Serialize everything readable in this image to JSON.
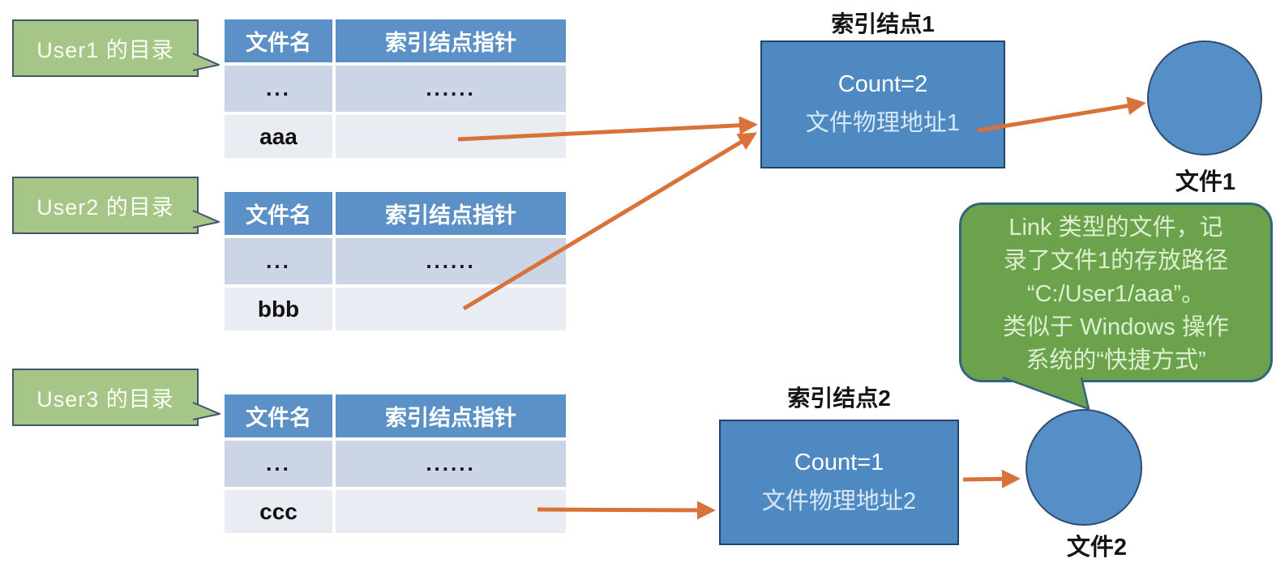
{
  "colors": {
    "bubble_green": "#a5c687",
    "bubble_border": "#44546a",
    "callout_green": "#6ca24c",
    "callout_border": "#31657f",
    "table_header_blue": "#5b91c6",
    "table_row_dark": "#ccd5e6",
    "table_row_light": "#e9edf3",
    "inode_box_blue": "#4f89c2",
    "file_circle_blue": "#568ec8",
    "arrow_orange": "#d9713a"
  },
  "directories": [
    {
      "bubble_label": "User1 的目录",
      "table": {
        "headers": [
          "文件名",
          "索引结点指针"
        ],
        "rows": [
          [
            "...",
            "......"
          ],
          [
            "aaa",
            ""
          ]
        ]
      }
    },
    {
      "bubble_label": "User2 的目录",
      "table": {
        "headers": [
          "文件名",
          "索引结点指针"
        ],
        "rows": [
          [
            "...",
            "......"
          ],
          [
            "bbb",
            ""
          ]
        ]
      }
    },
    {
      "bubble_label": "User3 的目录",
      "table": {
        "headers": [
          "文件名",
          "索引结点指针"
        ],
        "rows": [
          [
            "...",
            "......"
          ],
          [
            "ccc",
            ""
          ]
        ]
      }
    }
  ],
  "inodes": [
    {
      "title": "索引结点1",
      "count_line": "Count=2",
      "address_line": "文件物理地址1"
    },
    {
      "title": "索引结点2",
      "count_line": "Count=1",
      "address_line": "文件物理地址2"
    }
  ],
  "files": [
    {
      "label": "文件1"
    },
    {
      "label": "文件2"
    }
  ],
  "callout": {
    "lines": [
      "Link 类型的文件，记",
      "录了文件1的存放路径",
      "“C:/User1/aaa”。",
      "类似于 Windows 操作",
      "系统的“快捷方式”"
    ]
  }
}
